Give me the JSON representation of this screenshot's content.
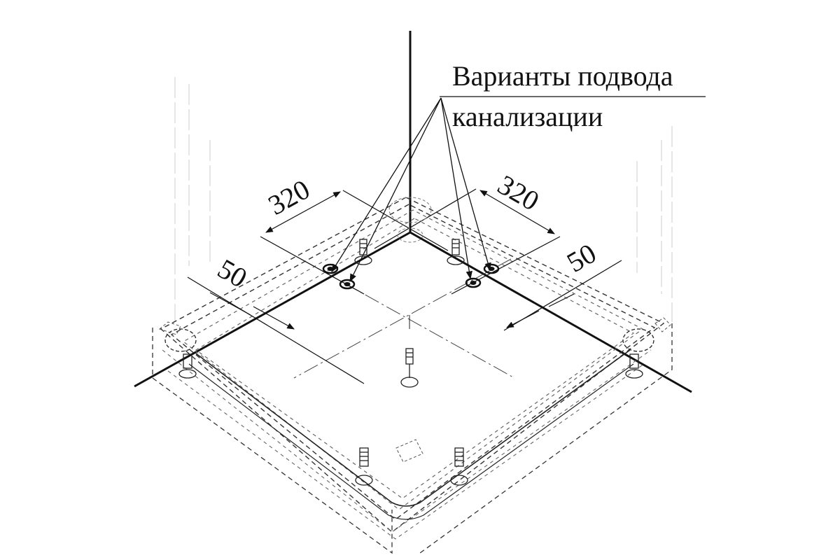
{
  "annotation": {
    "line1": "Варианты подвода",
    "line2": "канализации"
  },
  "dimensions": {
    "left_offset": "320",
    "right_offset": "320",
    "left_margin": "50",
    "right_margin": "50"
  }
}
